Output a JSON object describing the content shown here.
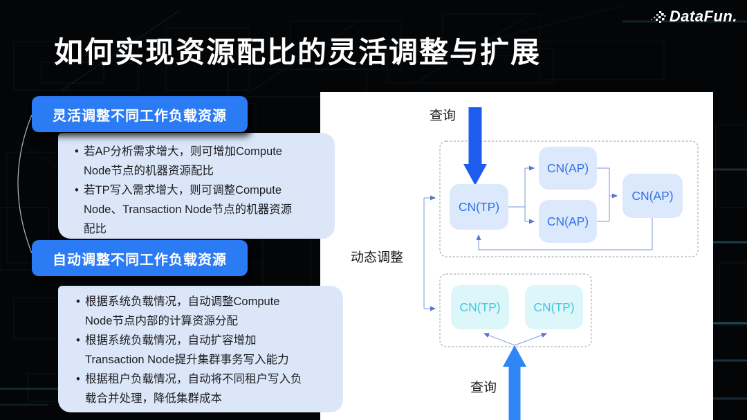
{
  "logo": {
    "text": "DataFun."
  },
  "title": "如何实现资源配比的灵活调整与扩展",
  "sections": [
    {
      "header": "灵活调整不同工作负载资源",
      "bullets": [
        "若AP分析需求增大，则可增加Compute Node节点的机器资源配比",
        "若TP写入需求增大，则可调整Compute Node、Transaction Node节点的机器资源配比"
      ]
    },
    {
      "header": "自动调整不同工作负载资源",
      "bullets": [
        "根据系统负载情况，自动调整Compute Node节点内部的计算资源分配",
        "根据系统负载情况，自动扩容增加Transaction Node提升集群事务写入能力",
        "根据租户负载情况，自动将不同租户写入负载合并处理，降低集群成本"
      ]
    }
  ],
  "diagram": {
    "query_top": "查询",
    "query_bottom": "查询",
    "dynamic_adjust": "动态调整",
    "upper_cluster": {
      "tp": "CN(TP)",
      "ap1": "CN(AP)",
      "ap2": "CN(AP)",
      "ap3": "CN(AP)"
    },
    "lower_cluster": {
      "tp1": "CN(TP)",
      "tp2": "CN(TP)"
    }
  },
  "colors": {
    "accent_blue": "#2b7bf5",
    "card_bg": "#dbe7f9",
    "panel_bg": "#ffffff",
    "node_blue_bg": "#dce9fc",
    "node_blue_text": "#2e6fe8",
    "node_cyan_bg": "#dcf6f9",
    "node_cyan_text": "#41c8dc",
    "arrow_down": "#1e5cf0",
    "arrow_up": "#2f86f6",
    "connector_line": "#8fa6e0",
    "dashed_border": "#a9aeb6"
  }
}
